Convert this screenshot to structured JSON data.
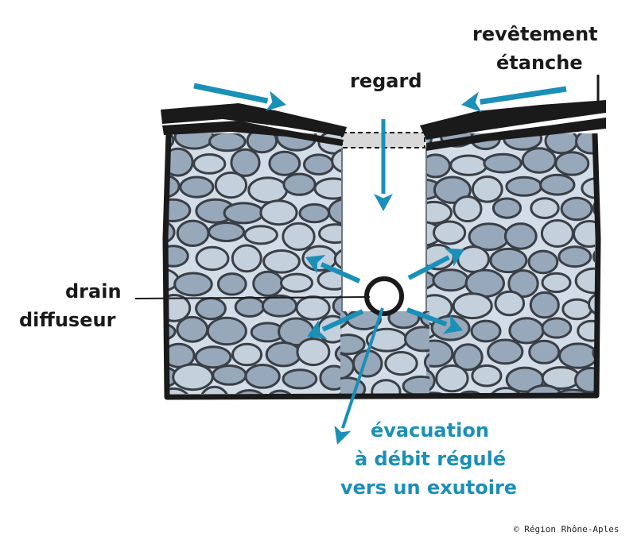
{
  "labels": {
    "revetement_line1": "revêtement",
    "revetement_line2": "étanche",
    "regard": "regard",
    "drain_line1": "drain",
    "drain_line2": "diffuseur",
    "evac_line1": "évacuation",
    "evac_line2": "à débit régulé",
    "evac_line3": "vers un exutoire"
  },
  "copyright": "© Région Rhône-Aples",
  "colors": {
    "water_arrow": "#1a8fb8",
    "gravel_fill": "#d3dde8",
    "stone_fill": "#97a8ba",
    "outline": "#1a1a1a"
  }
}
